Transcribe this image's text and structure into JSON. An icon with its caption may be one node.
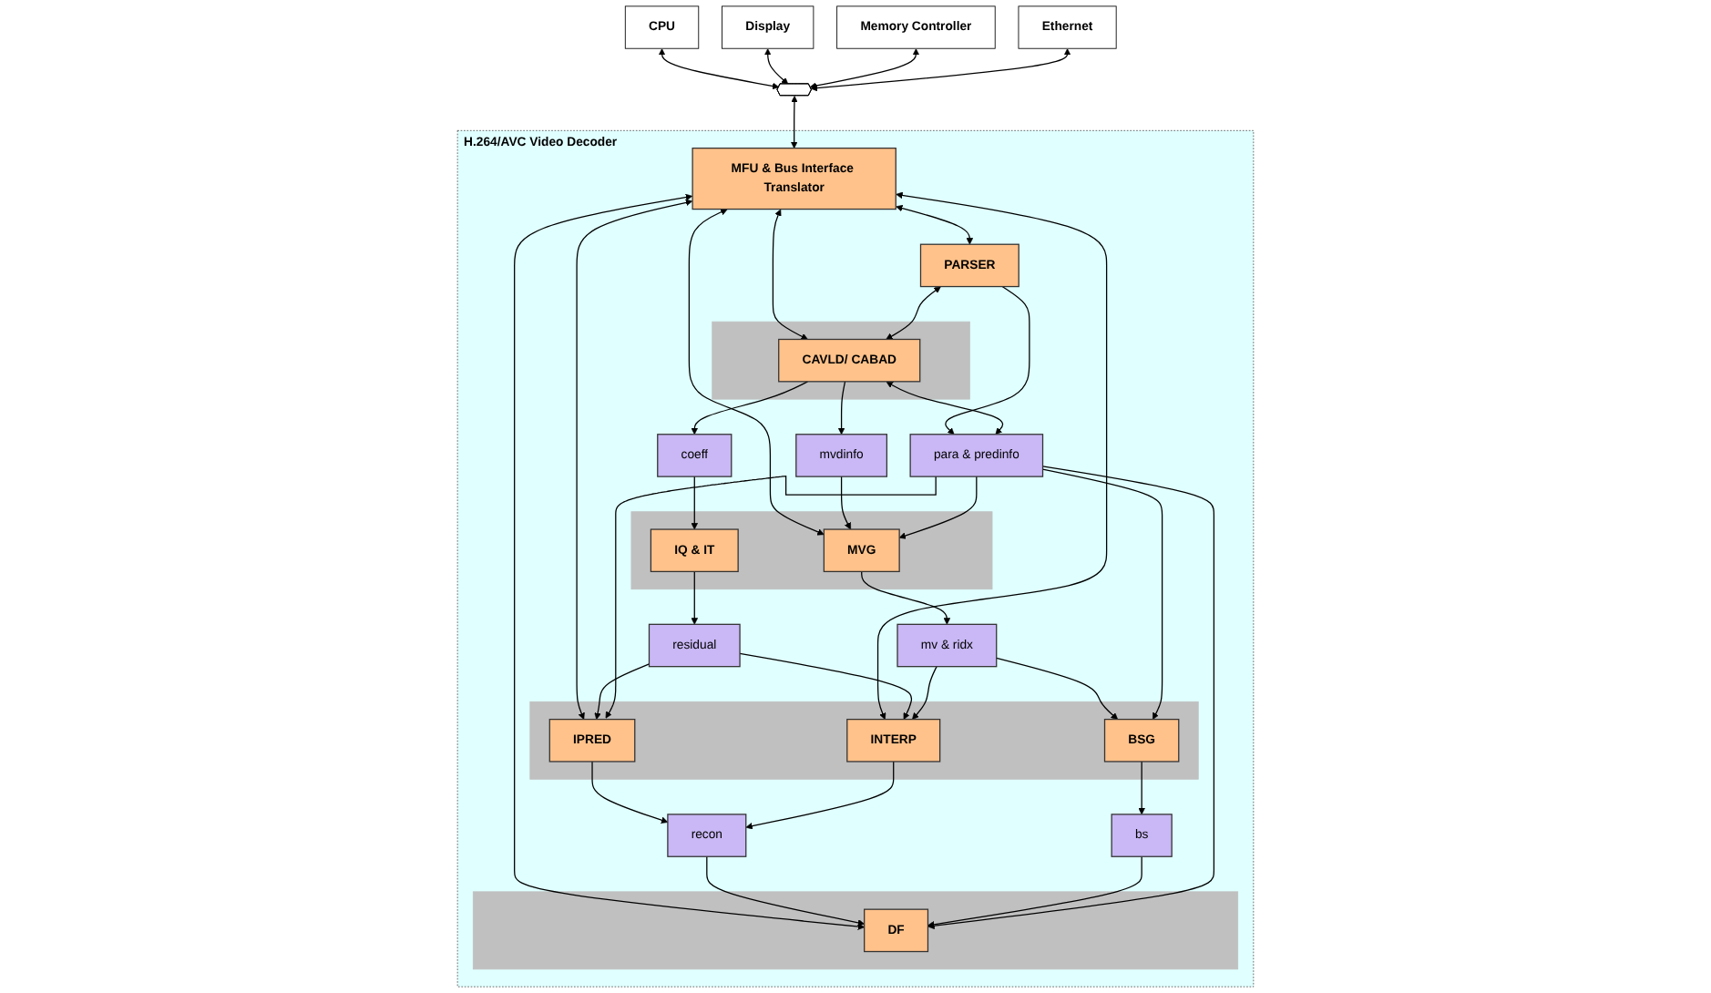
{
  "diagram": {
    "nodes": [
      {
        "text": [
          "CPU"
        ]
      },
      {
        "text": [
          "Display"
        ]
      },
      {
        "text": [
          "Memory Controller"
        ]
      },
      {
        "text": [
          "Ethernet"
        ]
      },
      {
        "text": [],
        "shape": "bar"
      },
      {
        "text": [
          "H.264/AVC Video Decoder"
        ]
      },
      {
        "text": [
          "MFU & Bus Interface Translator"
        ],
        "in": 5
      },
      {
        "text": [
          "PARSER"
        ],
        "in": 5
      },
      {
        "text": [],
        "shape": "box",
        "in": 5
      },
      {
        "text": [
          "CAVLD/ CABAD"
        ],
        "in": 8
      },
      {
        "text": [
          "coeff"
        ],
        "in": 5
      },
      {
        "text": [
          "mvdinfo"
        ],
        "in": 5
      },
      {
        "text": [],
        "shape": "box",
        "in": 5
      },
      {
        "text": [
          "IQ & IT"
        ],
        "in": 12
      },
      {
        "text": [
          "MVG"
        ],
        "in": 12
      },
      {
        "text": [
          "residual"
        ],
        "in": 5
      },
      {
        "text": [
          "mv & ridx"
        ],
        "in": 5
      },
      {
        "text": [],
        "shape": "box",
        "in": 5
      },
      {
        "text": [
          "IPRED"
        ],
        "in": 17
      },
      {
        "text": [
          "INTERP"
        ],
        "in": 17
      },
      {
        "text": [
          "BSG"
        ],
        "in": 17
      },
      {
        "text": [
          "recon"
        ],
        "in": 5
      },
      {
        "text": [
          "bs"
        ],
        "in": 5
      },
      {
        "text": [],
        "shape": "box",
        "in": 5
      },
      {
        "text": [
          "DF"
        ],
        "in": 23
      },
      {
        "text": [
          "para & predinfo"
        ],
        "in": 5
      }
    ],
    "edges": [
      {
        "from": 0,
        "to": 4,
        "arrow": "both"
      },
      {
        "from": 1,
        "to": 4,
        "arrow": "both"
      },
      {
        "from": 2,
        "to": 4,
        "arrow": "both"
      },
      {
        "from": 3,
        "to": 4,
        "arrow": "both"
      },
      {
        "from": 4,
        "to": 6,
        "arrow": "both"
      },
      {
        "from": 6,
        "to": 7,
        "arrow": "both"
      },
      {
        "from": 6,
        "to": 9,
        "arrow": "both"
      },
      {
        "from": 6,
        "to": 14,
        "arrow": "both"
      },
      {
        "from": 6,
        "to": 18,
        "arrow": "both"
      },
      {
        "from": 6,
        "to": 19,
        "arrow": "both"
      },
      {
        "from": 6,
        "to": 24,
        "arrow": "both"
      },
      {
        "from": 7,
        "to": 9,
        "arrow": "both"
      },
      {
        "from": 9,
        "to": 10,
        "arrow": "to"
      },
      {
        "from": 9,
        "to": 11,
        "arrow": "to"
      },
      {
        "from": 10,
        "to": 13,
        "arrow": "to"
      },
      {
        "from": 11,
        "to": 14,
        "arrow": "to"
      },
      {
        "from": 13,
        "to": 15,
        "arrow": "to"
      },
      {
        "from": 14,
        "to": 16,
        "arrow": "to"
      },
      {
        "from": 15,
        "to": 18,
        "arrow": "to"
      },
      {
        "from": 15,
        "to": 19,
        "arrow": "to"
      },
      {
        "from": 16,
        "to": 19,
        "arrow": "to"
      },
      {
        "from": 16,
        "to": 20,
        "arrow": "to"
      },
      {
        "from": 18,
        "to": 21,
        "arrow": "to"
      },
      {
        "from": 19,
        "to": 21,
        "arrow": "to"
      },
      {
        "from": 20,
        "to": 22,
        "arrow": "to"
      },
      {
        "from": 21,
        "to": 24,
        "arrow": "to"
      },
      {
        "from": 22,
        "to": 24,
        "arrow": "to"
      },
      {
        "from": 7,
        "to": 25,
        "arrow": "to"
      },
      {
        "from": 9,
        "to": 25,
        "arrow": "both"
      },
      {
        "from": 25,
        "to": 14,
        "arrow": "to"
      },
      {
        "from": 25,
        "to": 18,
        "arrow": "to"
      },
      {
        "from": 25,
        "to": 20,
        "arrow": "to"
      },
      {
        "from": 25,
        "to": 24,
        "arrow": "to"
      }
    ]
  }
}
